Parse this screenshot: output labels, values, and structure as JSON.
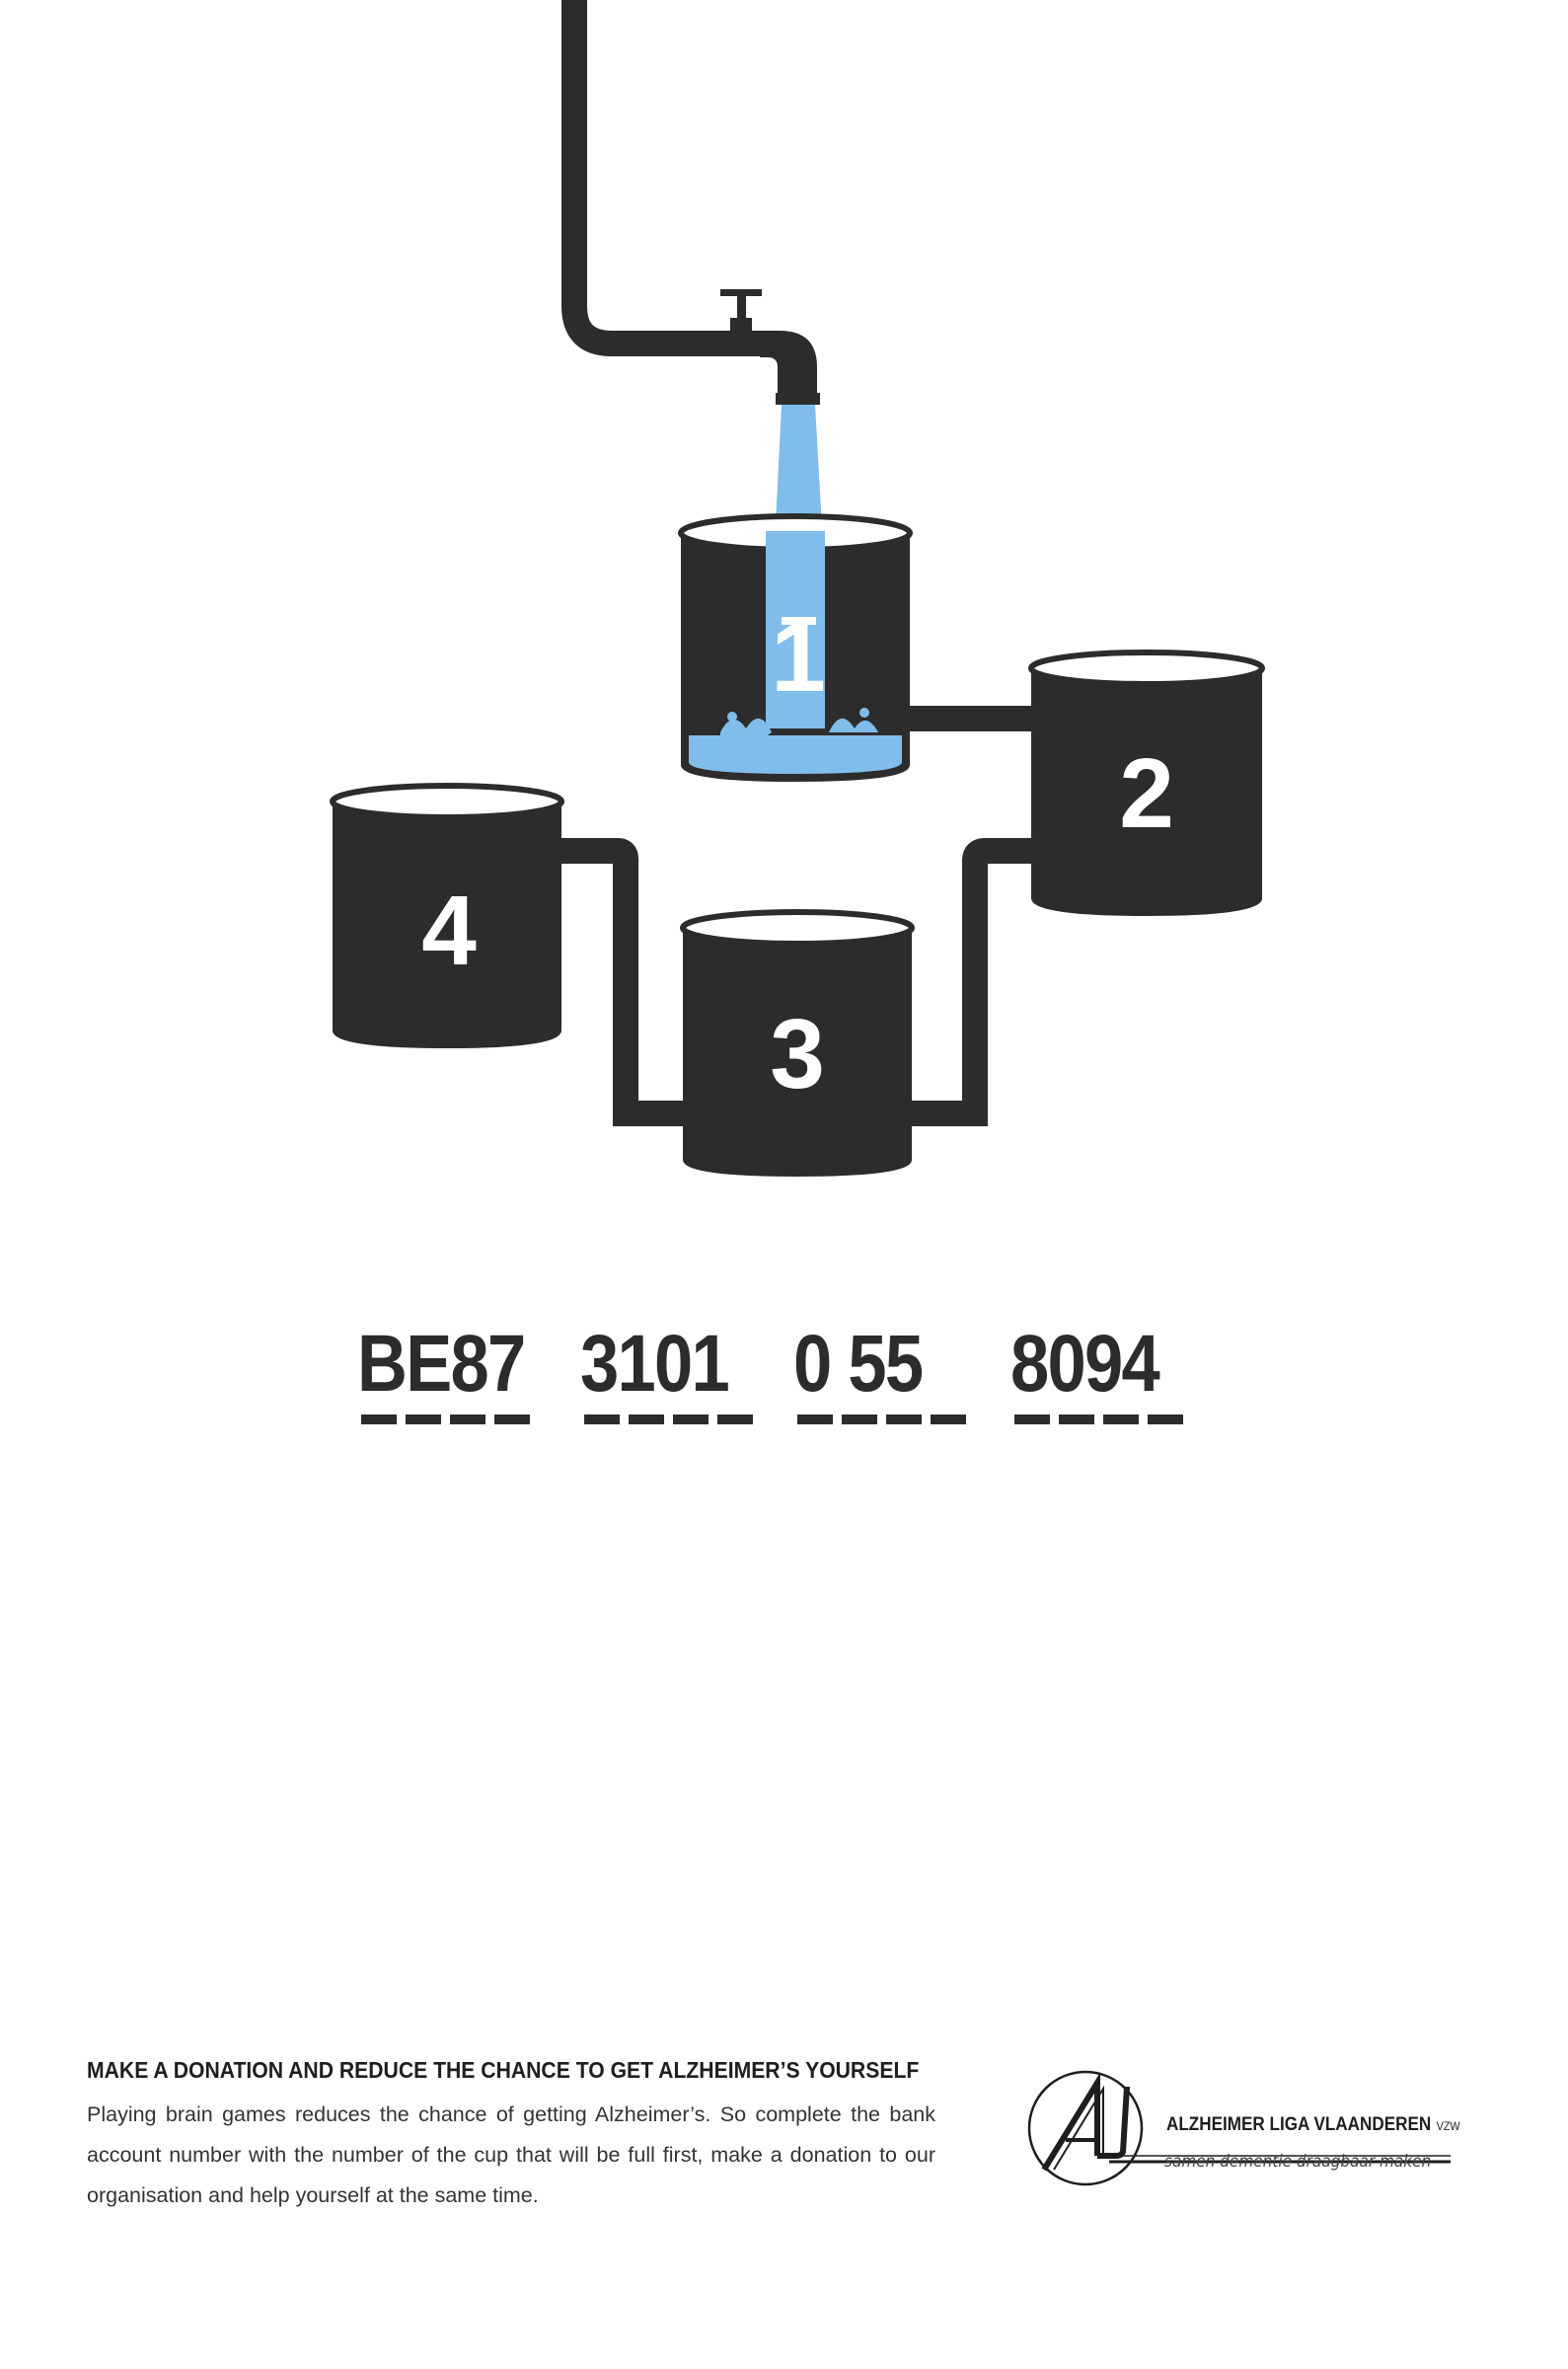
{
  "puzzle": {
    "cups": [
      {
        "label": "1"
      },
      {
        "label": "2"
      },
      {
        "label": "3"
      },
      {
        "label": "4"
      }
    ]
  },
  "account": {
    "groups": [
      {
        "digits": "BE87",
        "dashes": 4
      },
      {
        "digits": "3101",
        "dashes": 4
      },
      {
        "digits": "0 55",
        "dashes": 4
      },
      {
        "digits": "8094",
        "dashes": 4
      }
    ]
  },
  "footer": {
    "headline": "MAKE A DONATION AND REDUCE THE CHANCE TO GET ALZHEIMER’S YOURSELF",
    "body": "Playing brain games reduces the chance of getting Alzheimer’s. So complete the bank account number with the number of the cup that will be full first, make a donation to our organisation and help yourself at the same time."
  },
  "logo": {
    "monogram": "AL",
    "name": "ALZHEIMER LIGA VLAANDEREN",
    "suffix": "VZW",
    "tagline": "samen dementie draagbaar maken"
  },
  "colors": {
    "dark": "#2c2c2c",
    "water": "#80bdeb",
    "background": "#ffffff"
  }
}
